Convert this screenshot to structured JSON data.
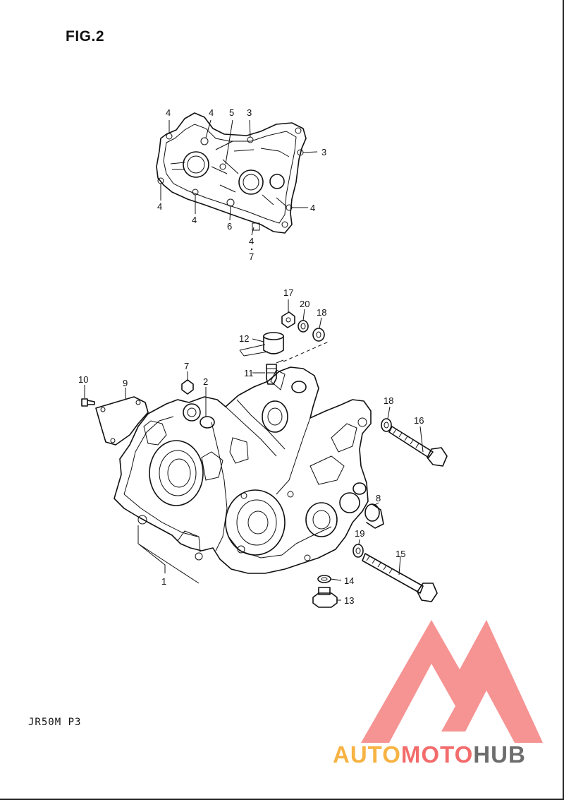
{
  "figure": {
    "title": "FIG.2"
  },
  "footer": {
    "code": "JR50M P3"
  },
  "brand": {
    "part1": "AUTO",
    "part2": "MOTO",
    "part3": "HUB",
    "colors": {
      "orange": "#f6a623",
      "red": "#ef3b3b",
      "gray": "#6d6d6d"
    }
  },
  "callouts": {
    "c1": "1",
    "c2": "2",
    "c3a": "3",
    "c3b": "3",
    "c4a": "4",
    "c4b": "4",
    "c4c": "4",
    "c4d": "4",
    "c4e": "4",
    "c4f": "4",
    "c5": "5",
    "c6": "6",
    "c7a": "7",
    "c7b": "7",
    "c8": "8",
    "c9": "9",
    "c10": "10",
    "c11": "11",
    "c12": "12",
    "c13": "13",
    "c14": "14",
    "c15": "15",
    "c16": "16",
    "c17": "17",
    "c18a": "18",
    "c18b": "18",
    "c19": "19",
    "c20": "20"
  }
}
